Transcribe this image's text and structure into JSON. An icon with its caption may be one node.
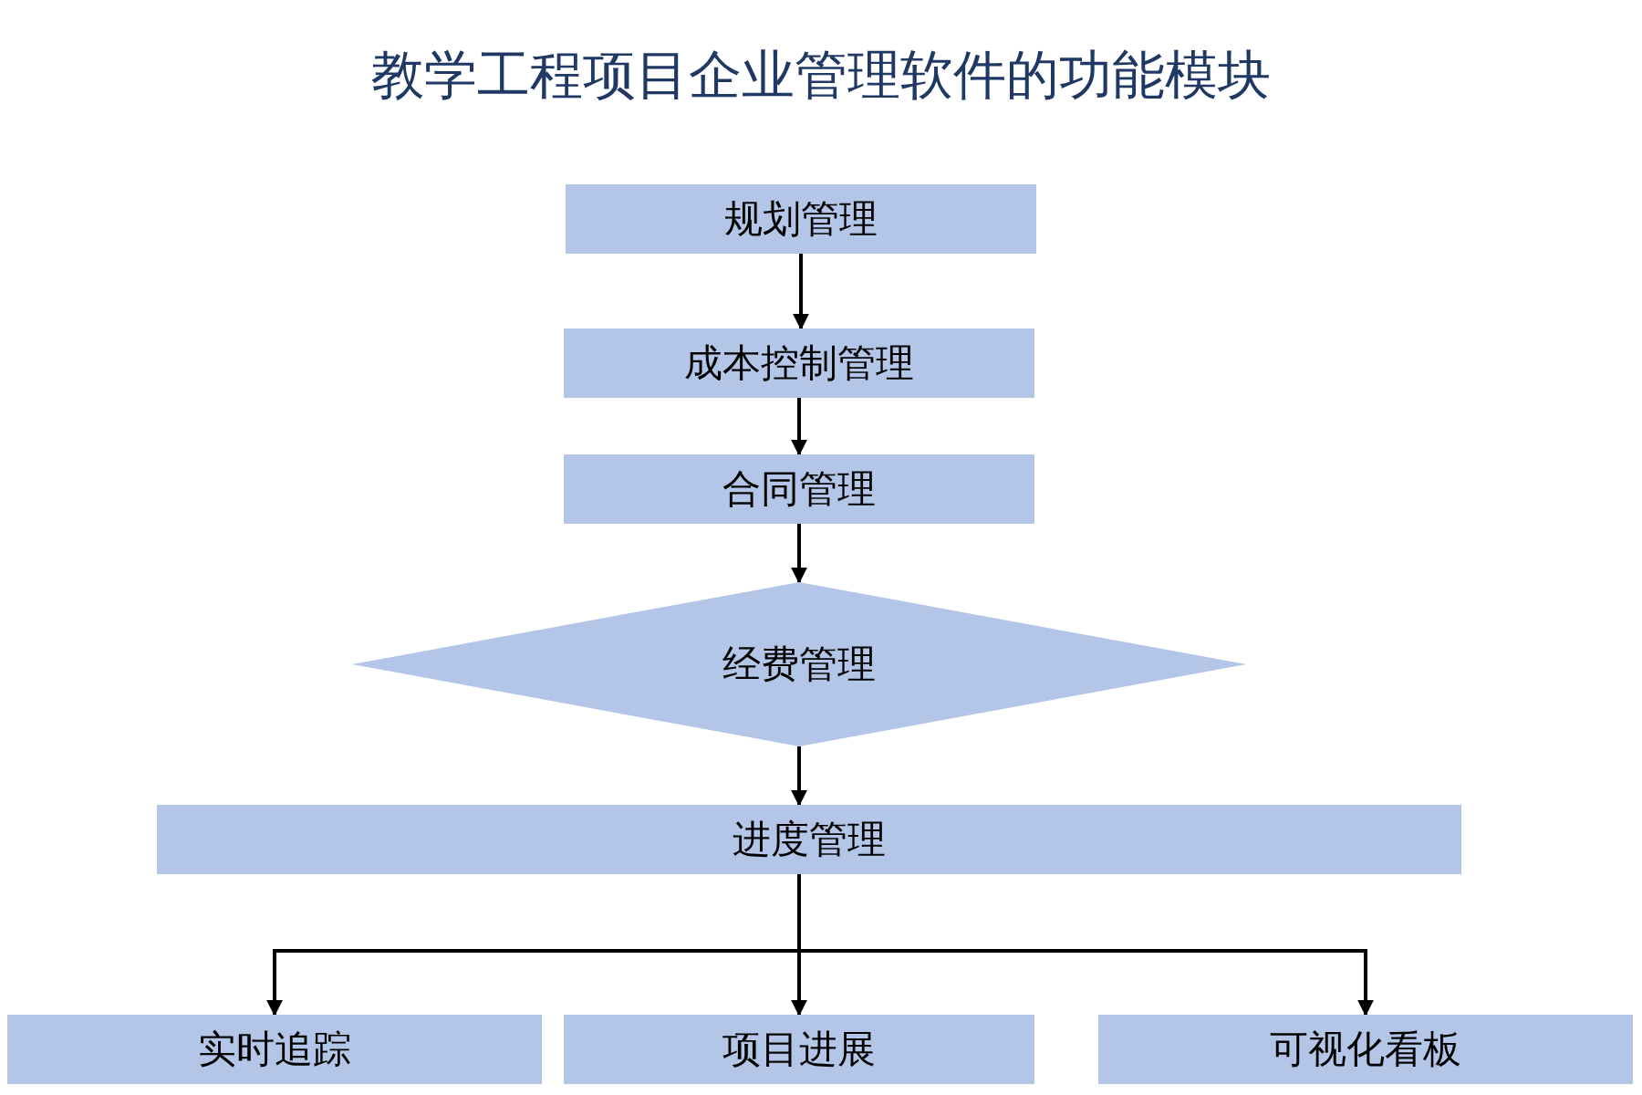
{
  "diagram": {
    "title": "教学工程项目企业管理软件的功能模块",
    "nodes": [
      {
        "text": [
          "规划管理"
        ]
      },
      {
        "text": [
          "成本控制管理"
        ]
      },
      {
        "text": [
          "合同管理"
        ]
      },
      {
        "text": [
          "经费管理"
        ]
      },
      {
        "text": [
          "进度管理"
        ]
      },
      {
        "text": [
          "实时追踪"
        ]
      },
      {
        "text": [
          "项目进展"
        ]
      },
      {
        "text": [
          "可视化看板"
        ]
      }
    ],
    "edges": [
      {
        "from": 0,
        "to": 1,
        "arrow": "to"
      },
      {
        "from": 1,
        "to": 2,
        "arrow": "to"
      },
      {
        "from": 2,
        "to": 3,
        "arrow": "to"
      },
      {
        "from": 3,
        "to": 4,
        "arrow": "to"
      },
      {
        "from": 4,
        "to": 5,
        "arrow": "to"
      },
      {
        "from": 4,
        "to": 6,
        "arrow": "to"
      },
      {
        "from": 4,
        "to": 7,
        "arrow": "to"
      }
    ]
  }
}
